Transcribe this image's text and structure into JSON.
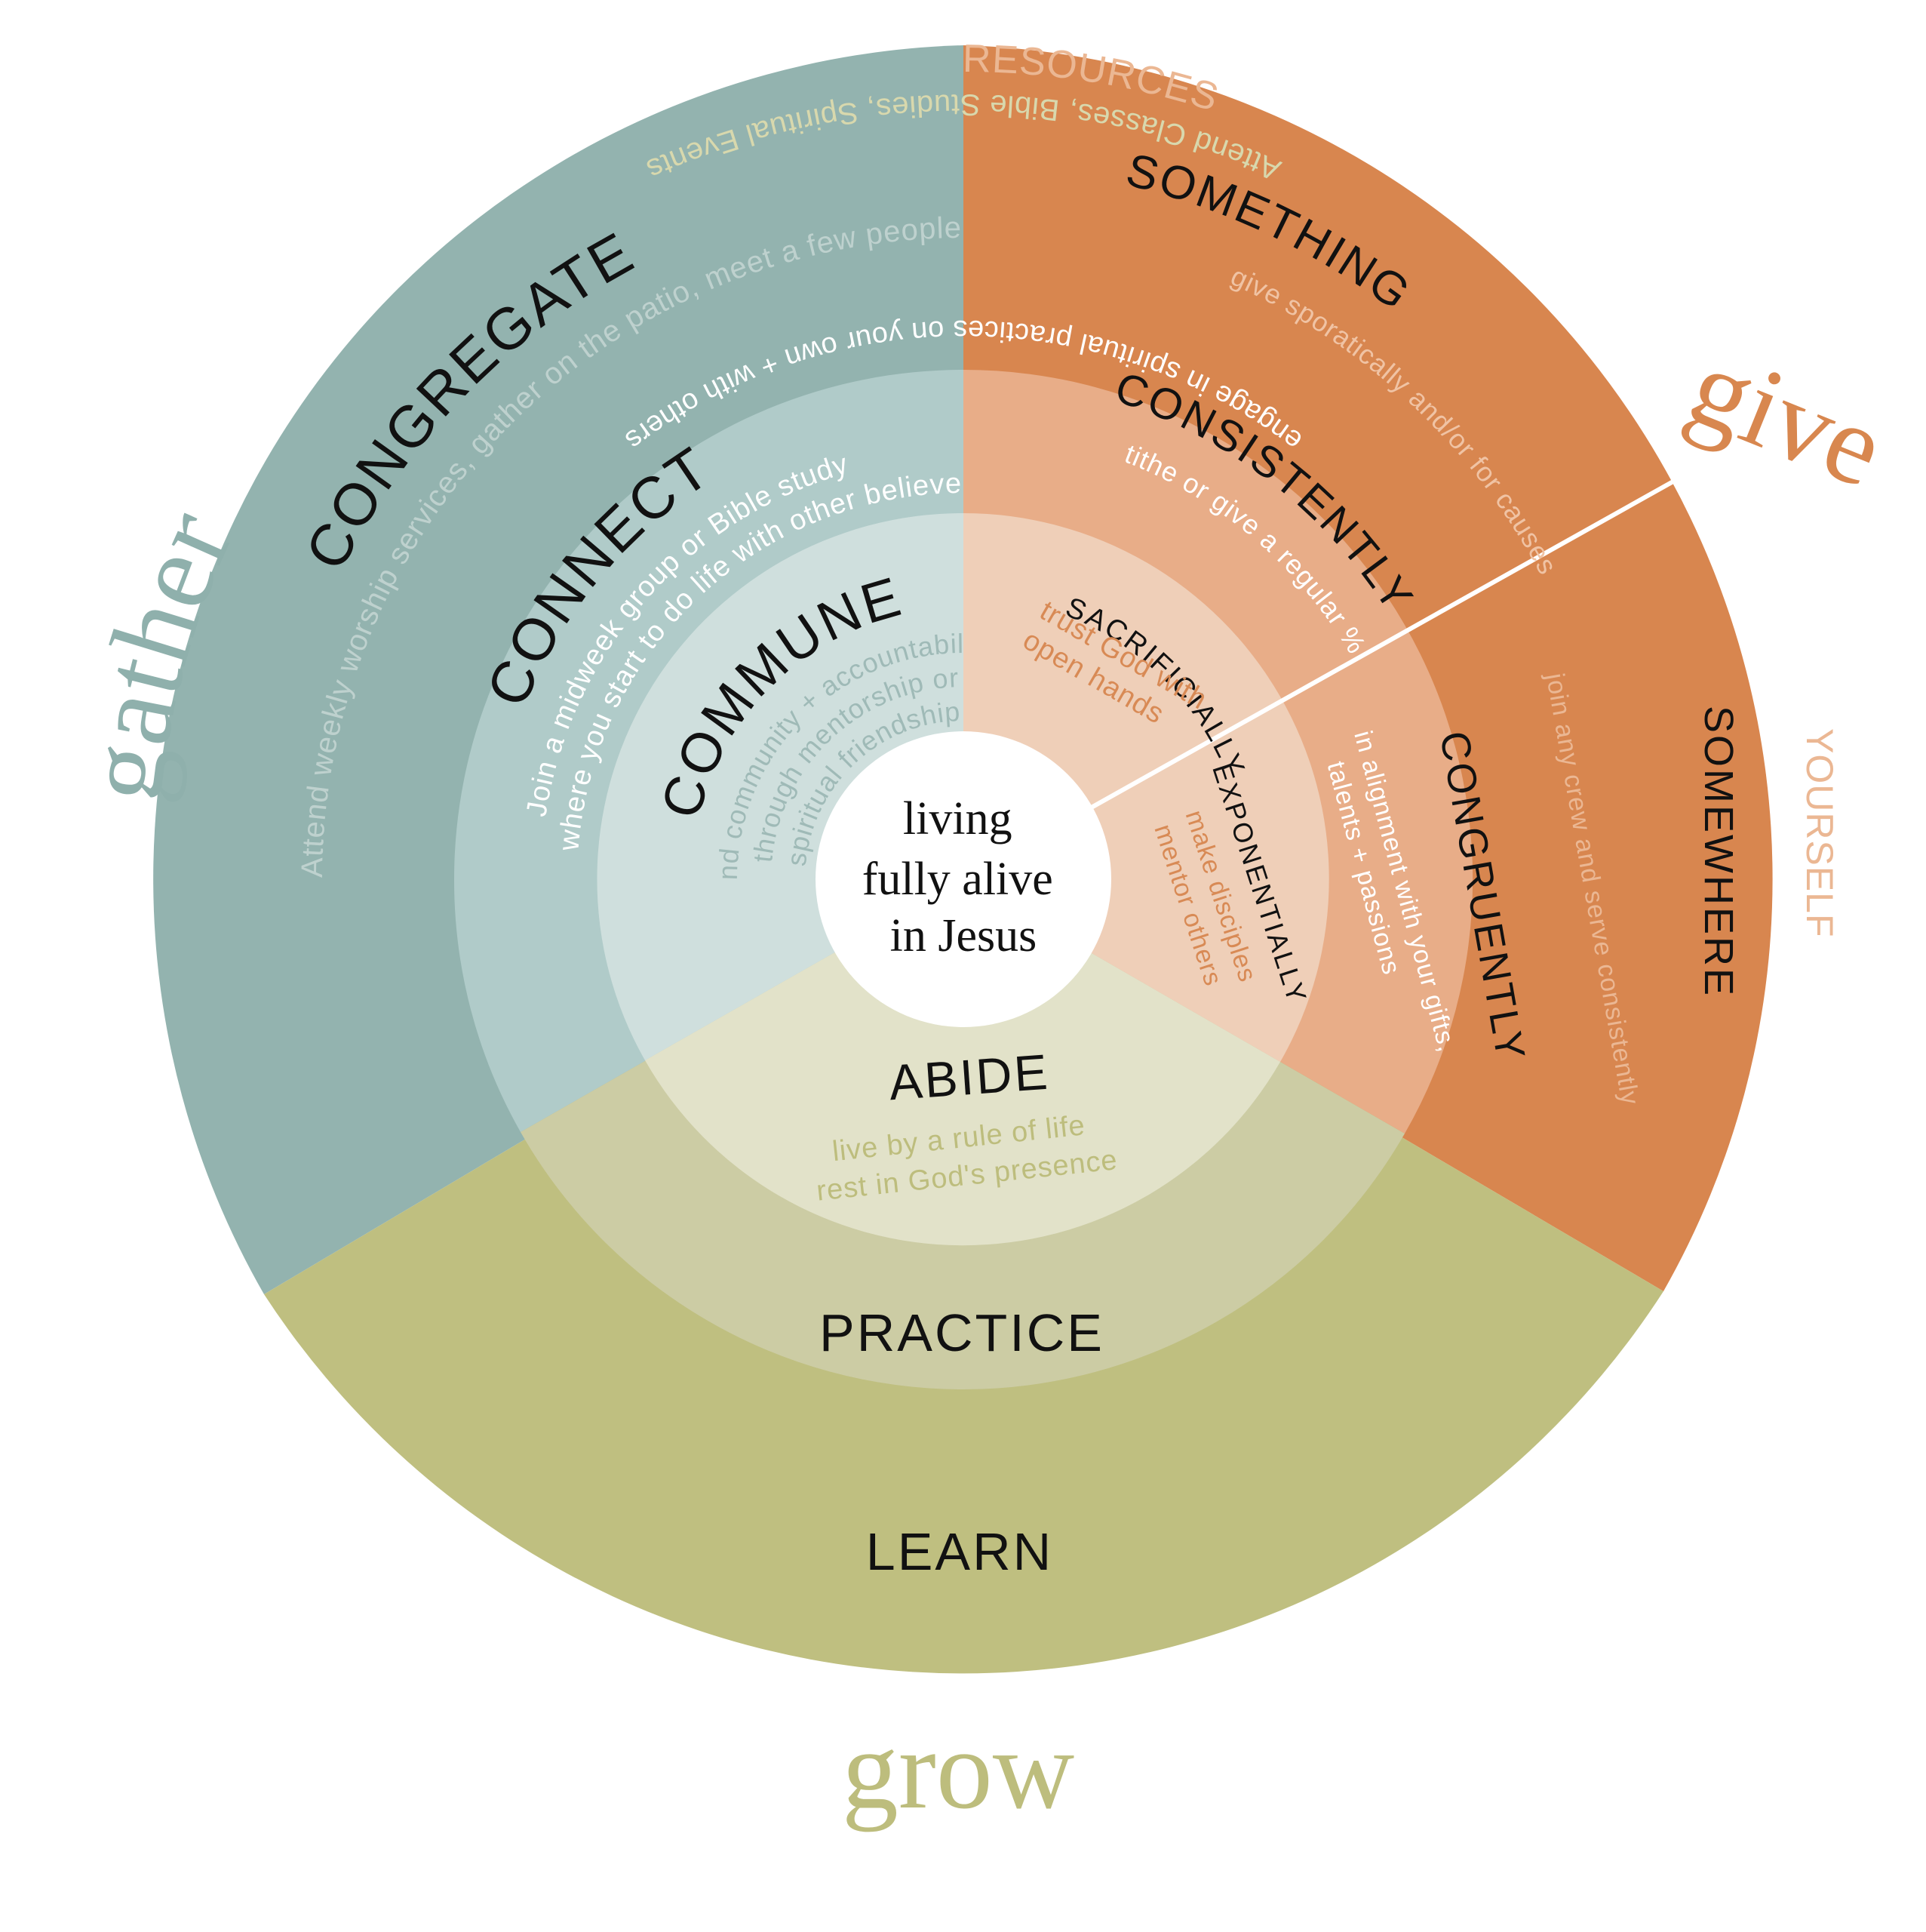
{
  "center": {
    "lines": [
      "living",
      "fully alive",
      "in Jesus"
    ]
  },
  "quadrants": {
    "gather": {
      "label": "gather",
      "color": "#8fb0ac"
    },
    "give": {
      "label": "give",
      "color": "#d8874f"
    },
    "grow": {
      "label": "grow",
      "color": "#bdbd7d"
    }
  },
  "give_axes": {
    "resources": "RESOURCES",
    "yourself": "YOURSELF"
  },
  "gather_rings": {
    "outer": {
      "title": "CONGREGATE",
      "desc": "Attend weekly worship services, gather on the patio, meet a few people"
    },
    "middle": {
      "title": "CONNECT",
      "desc": [
        "Join a midweek group or Bible study",
        "where you start to do life with other believers."
      ]
    },
    "inner": {
      "title": "COMMUNE",
      "desc": [
        "find community + accountability",
        "through mentorship or",
        "spiritual friendship"
      ]
    }
  },
  "give_resources_rings": {
    "outer": {
      "title": "SOMETHING",
      "desc": "give sporatically and/or for causes"
    },
    "middle": {
      "title": "CONSISTENTLY",
      "desc": "tithe or give a regular %"
    },
    "inner": {
      "title": "SACRIFICIALLY",
      "desc": [
        "trust God with",
        "open hands"
      ]
    }
  },
  "give_yourself_rings": {
    "outer": {
      "title": "SOMEWHERE",
      "desc": "join any crew and serve consistently"
    },
    "middle": {
      "title": "CONGRUENTLY",
      "desc": [
        "in alignment with your gifts,",
        "talents + passions"
      ]
    },
    "inner": {
      "title": "EXPONENTIALLY",
      "desc": [
        "make disciples",
        "mentor others"
      ]
    }
  },
  "grow_rings": {
    "outer": {
      "title": "LEARN",
      "desc": "Attend Classes, Bible Studies, Spiritual Events"
    },
    "middle": {
      "title": "PRACTICE",
      "desc": "engage in spiritual practices on your own + with others"
    },
    "inner": {
      "title": "ABIDE",
      "desc": [
        "live by a rule of life",
        "rest in God's presence"
      ]
    }
  }
}
